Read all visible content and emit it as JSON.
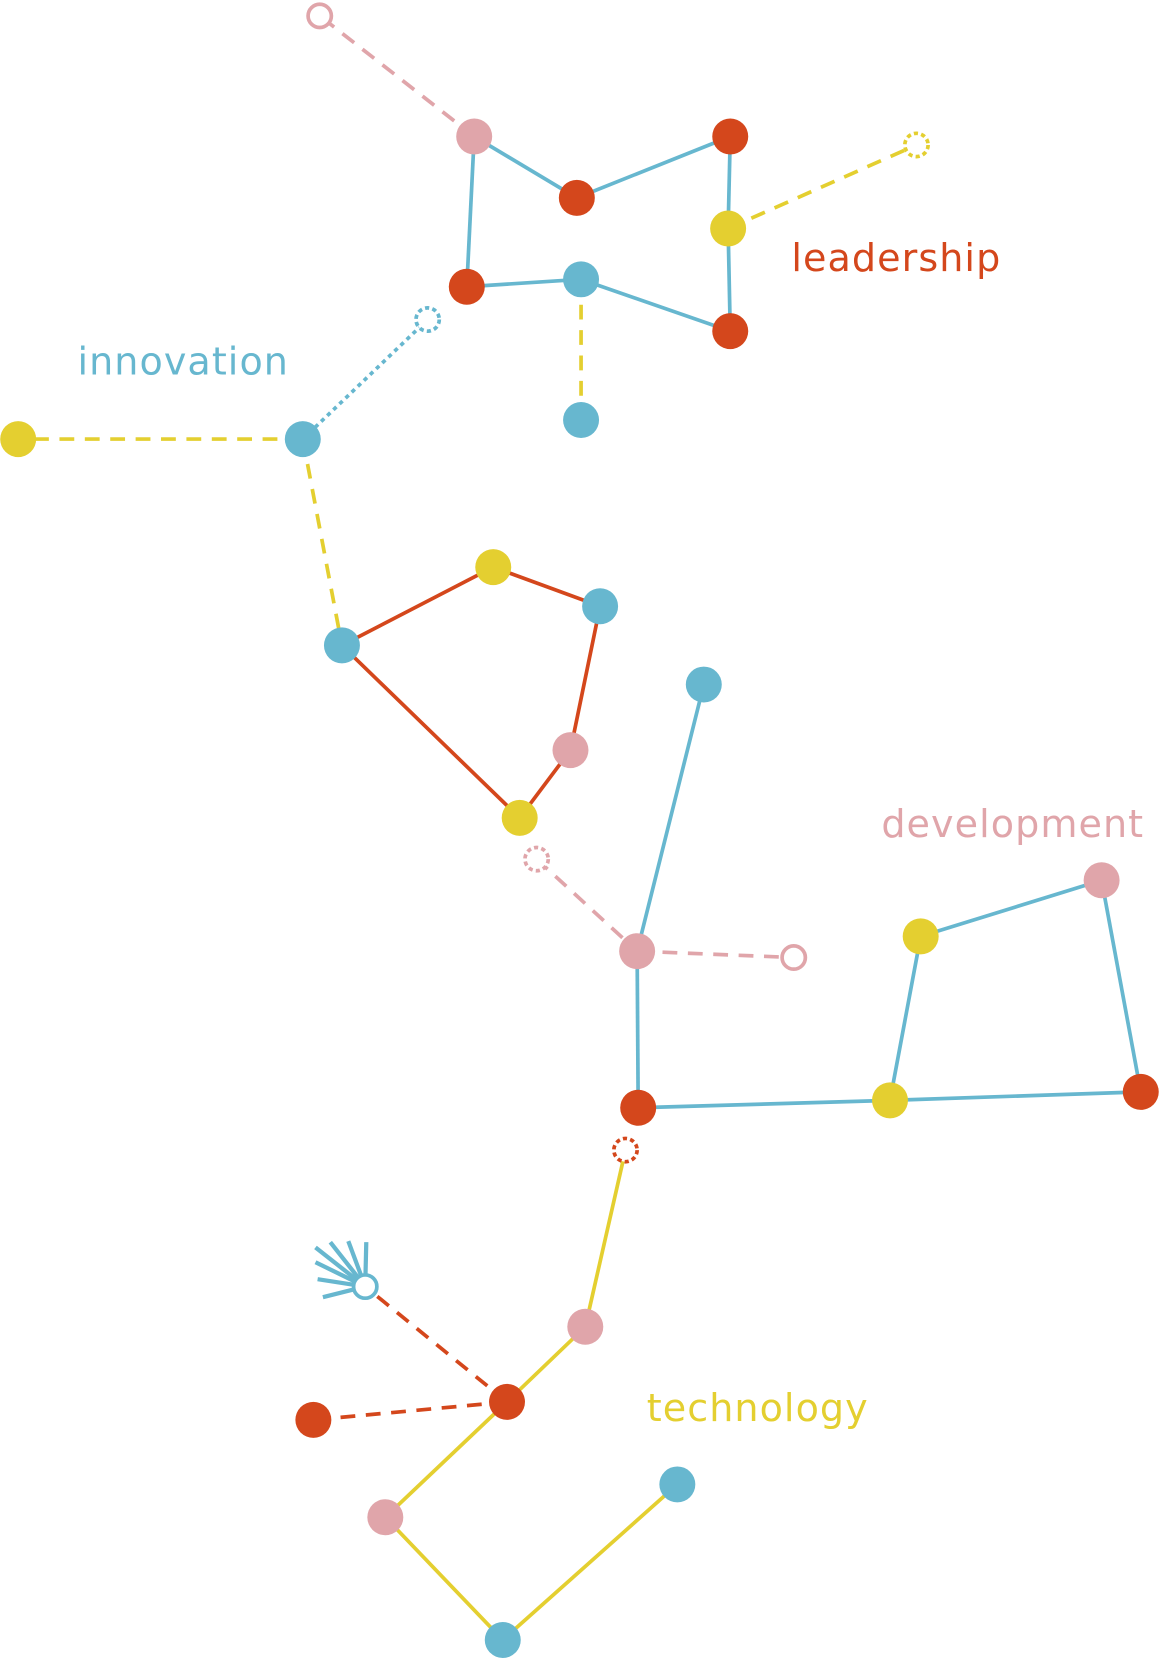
{
  "labels": {
    "leadership": "leadership",
    "innovation": "innovation",
    "development": "development",
    "technology": "technology"
  },
  "colors": {
    "blue": "#67b7cf",
    "red": "#d4471c",
    "pink": "#e0a5aa",
    "yellow": "#e4cf30",
    "background": "#ffffff"
  }
}
